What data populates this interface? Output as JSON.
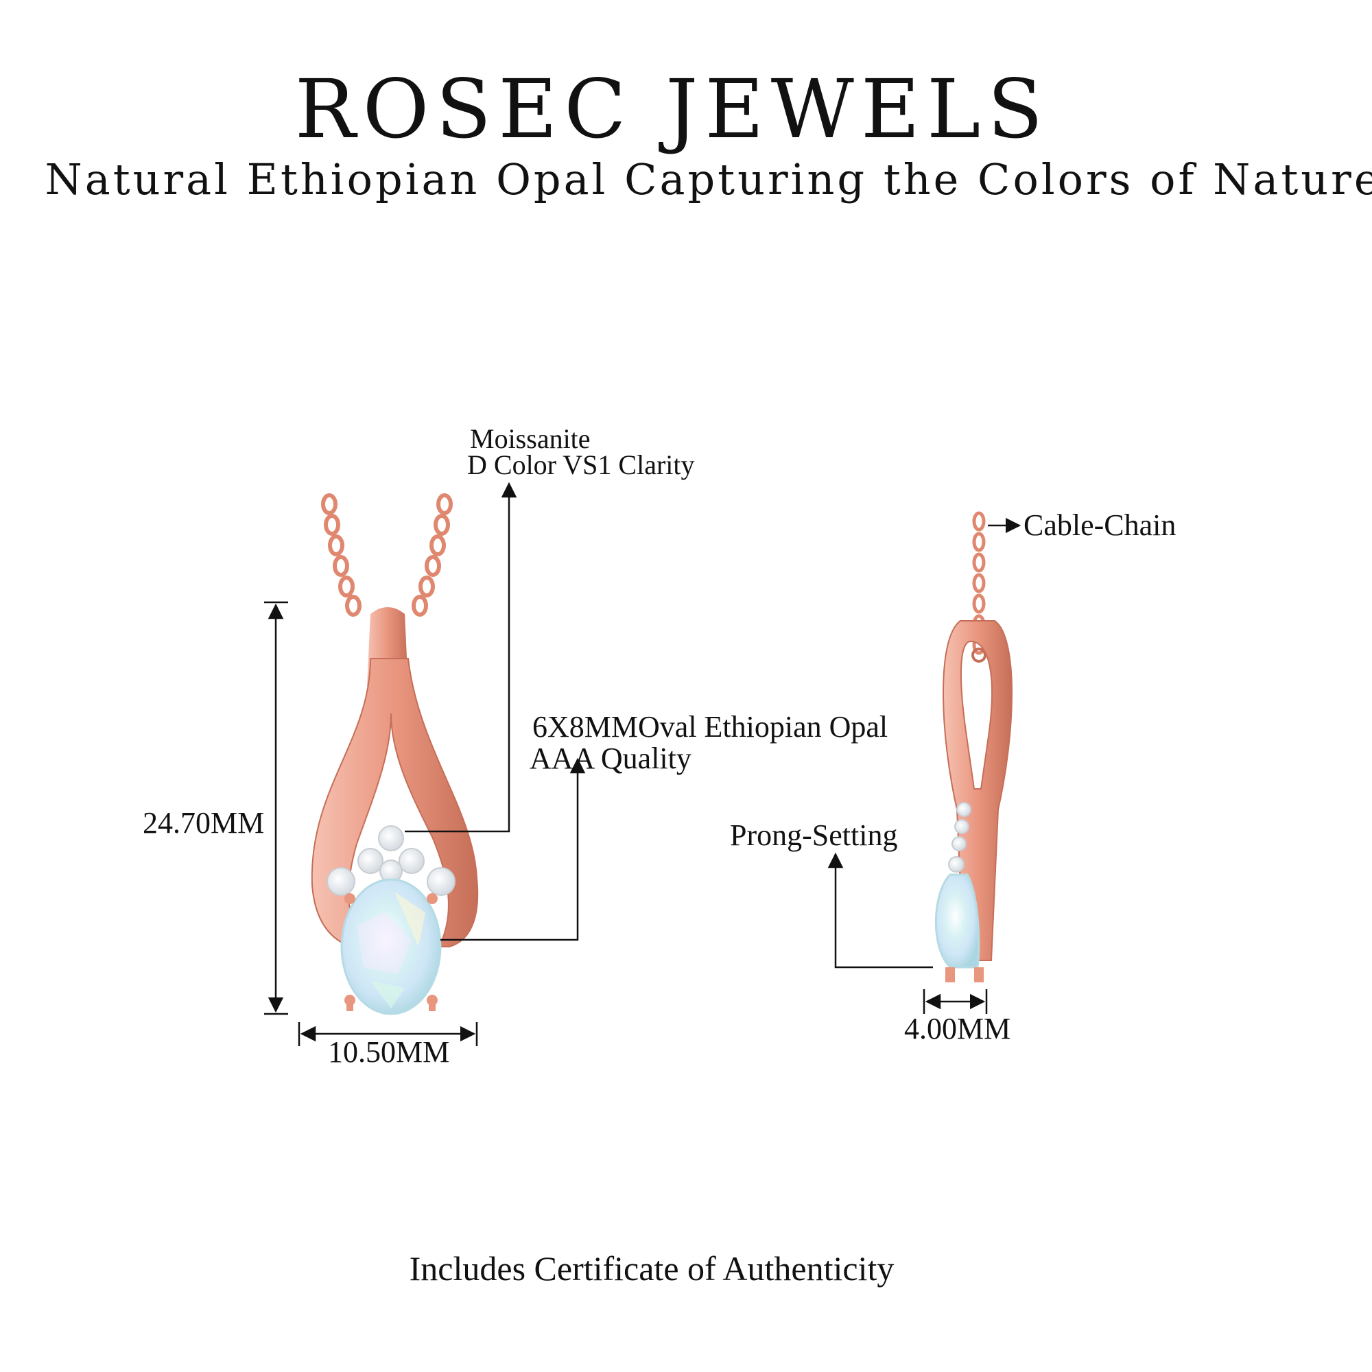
{
  "header": {
    "brand": "ROSEC JEWELS",
    "subtitle": "Natural Ethiopian Opal Capturing the Colors of Nature"
  },
  "annotations": {
    "moissanite_line1": "Moissanite",
    "moissanite_line2": "D Color VS1 Clarity",
    "opal_line1": "6X8MMOval Ethiopian Opal",
    "opal_line2": "AAA Quality",
    "height": "24.70MM",
    "width": "10.50MM",
    "chain": "Cable-Chain",
    "setting": "Prong-Setting",
    "depth": "4.00MM"
  },
  "footer": {
    "text": "Includes Certificate of Authenticity"
  },
  "colors": {
    "rose_gold": "#e9967f",
    "rose_gold_dark": "#c66e58",
    "rose_gold_light": "#f6c2b2",
    "opal": "#d9eff3",
    "diamond": "#f3f6f8",
    "line": "#111111"
  }
}
